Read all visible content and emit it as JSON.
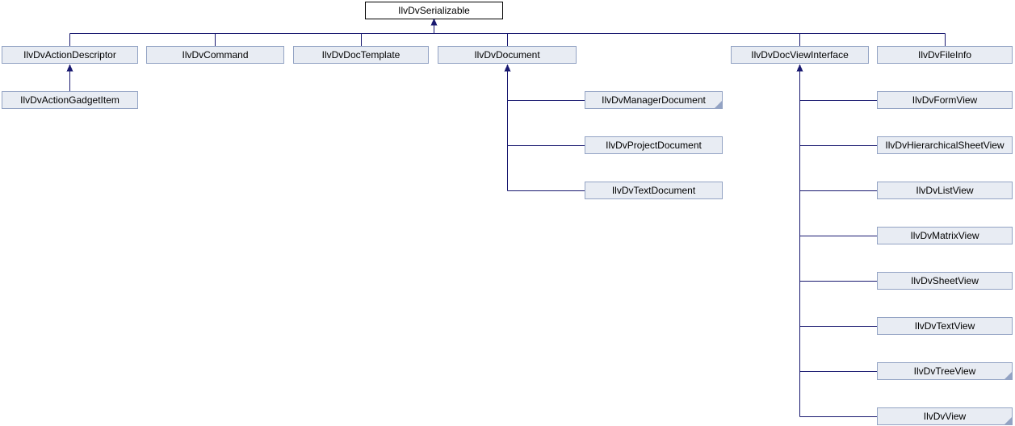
{
  "diagram_type": "class-inheritance-graph",
  "colors": {
    "background": "#ffffff",
    "node_fill": "#e8ecf3",
    "node_border": "#93a3c4",
    "root_fill": "#ffffff",
    "root_border": "#000000",
    "edge": "#191970",
    "text": "#000000"
  },
  "tree": {
    "root": {
      "label": "IlvDvSerializable"
    },
    "children": [
      {
        "label": "IlvDvActionDescriptor",
        "children": [
          {
            "label": "IlvDvActionGadgetItem"
          }
        ]
      },
      {
        "label": "IlvDvCommand"
      },
      {
        "label": "IlvDvDocTemplate"
      },
      {
        "label": "IlvDvDocument",
        "children": [
          {
            "label": "IlvDvManagerDocument",
            "truncated": true
          },
          {
            "label": "IlvDvProjectDocument"
          },
          {
            "label": "IlvDvTextDocument"
          }
        ]
      },
      {
        "label": "IlvDvDocViewInterface",
        "children": [
          {
            "label": "IlvDvFormView"
          },
          {
            "label": "IlvDvHierarchicalSheetView"
          },
          {
            "label": "IlvDvListView"
          },
          {
            "label": "IlvDvMatrixView"
          },
          {
            "label": "IlvDvSheetView"
          },
          {
            "label": "IlvDvTextView"
          },
          {
            "label": "IlvDvTreeView",
            "truncated": true
          },
          {
            "label": "IlvDvView",
            "truncated": true
          }
        ]
      },
      {
        "label": "IlvDvFileInfo"
      }
    ]
  }
}
